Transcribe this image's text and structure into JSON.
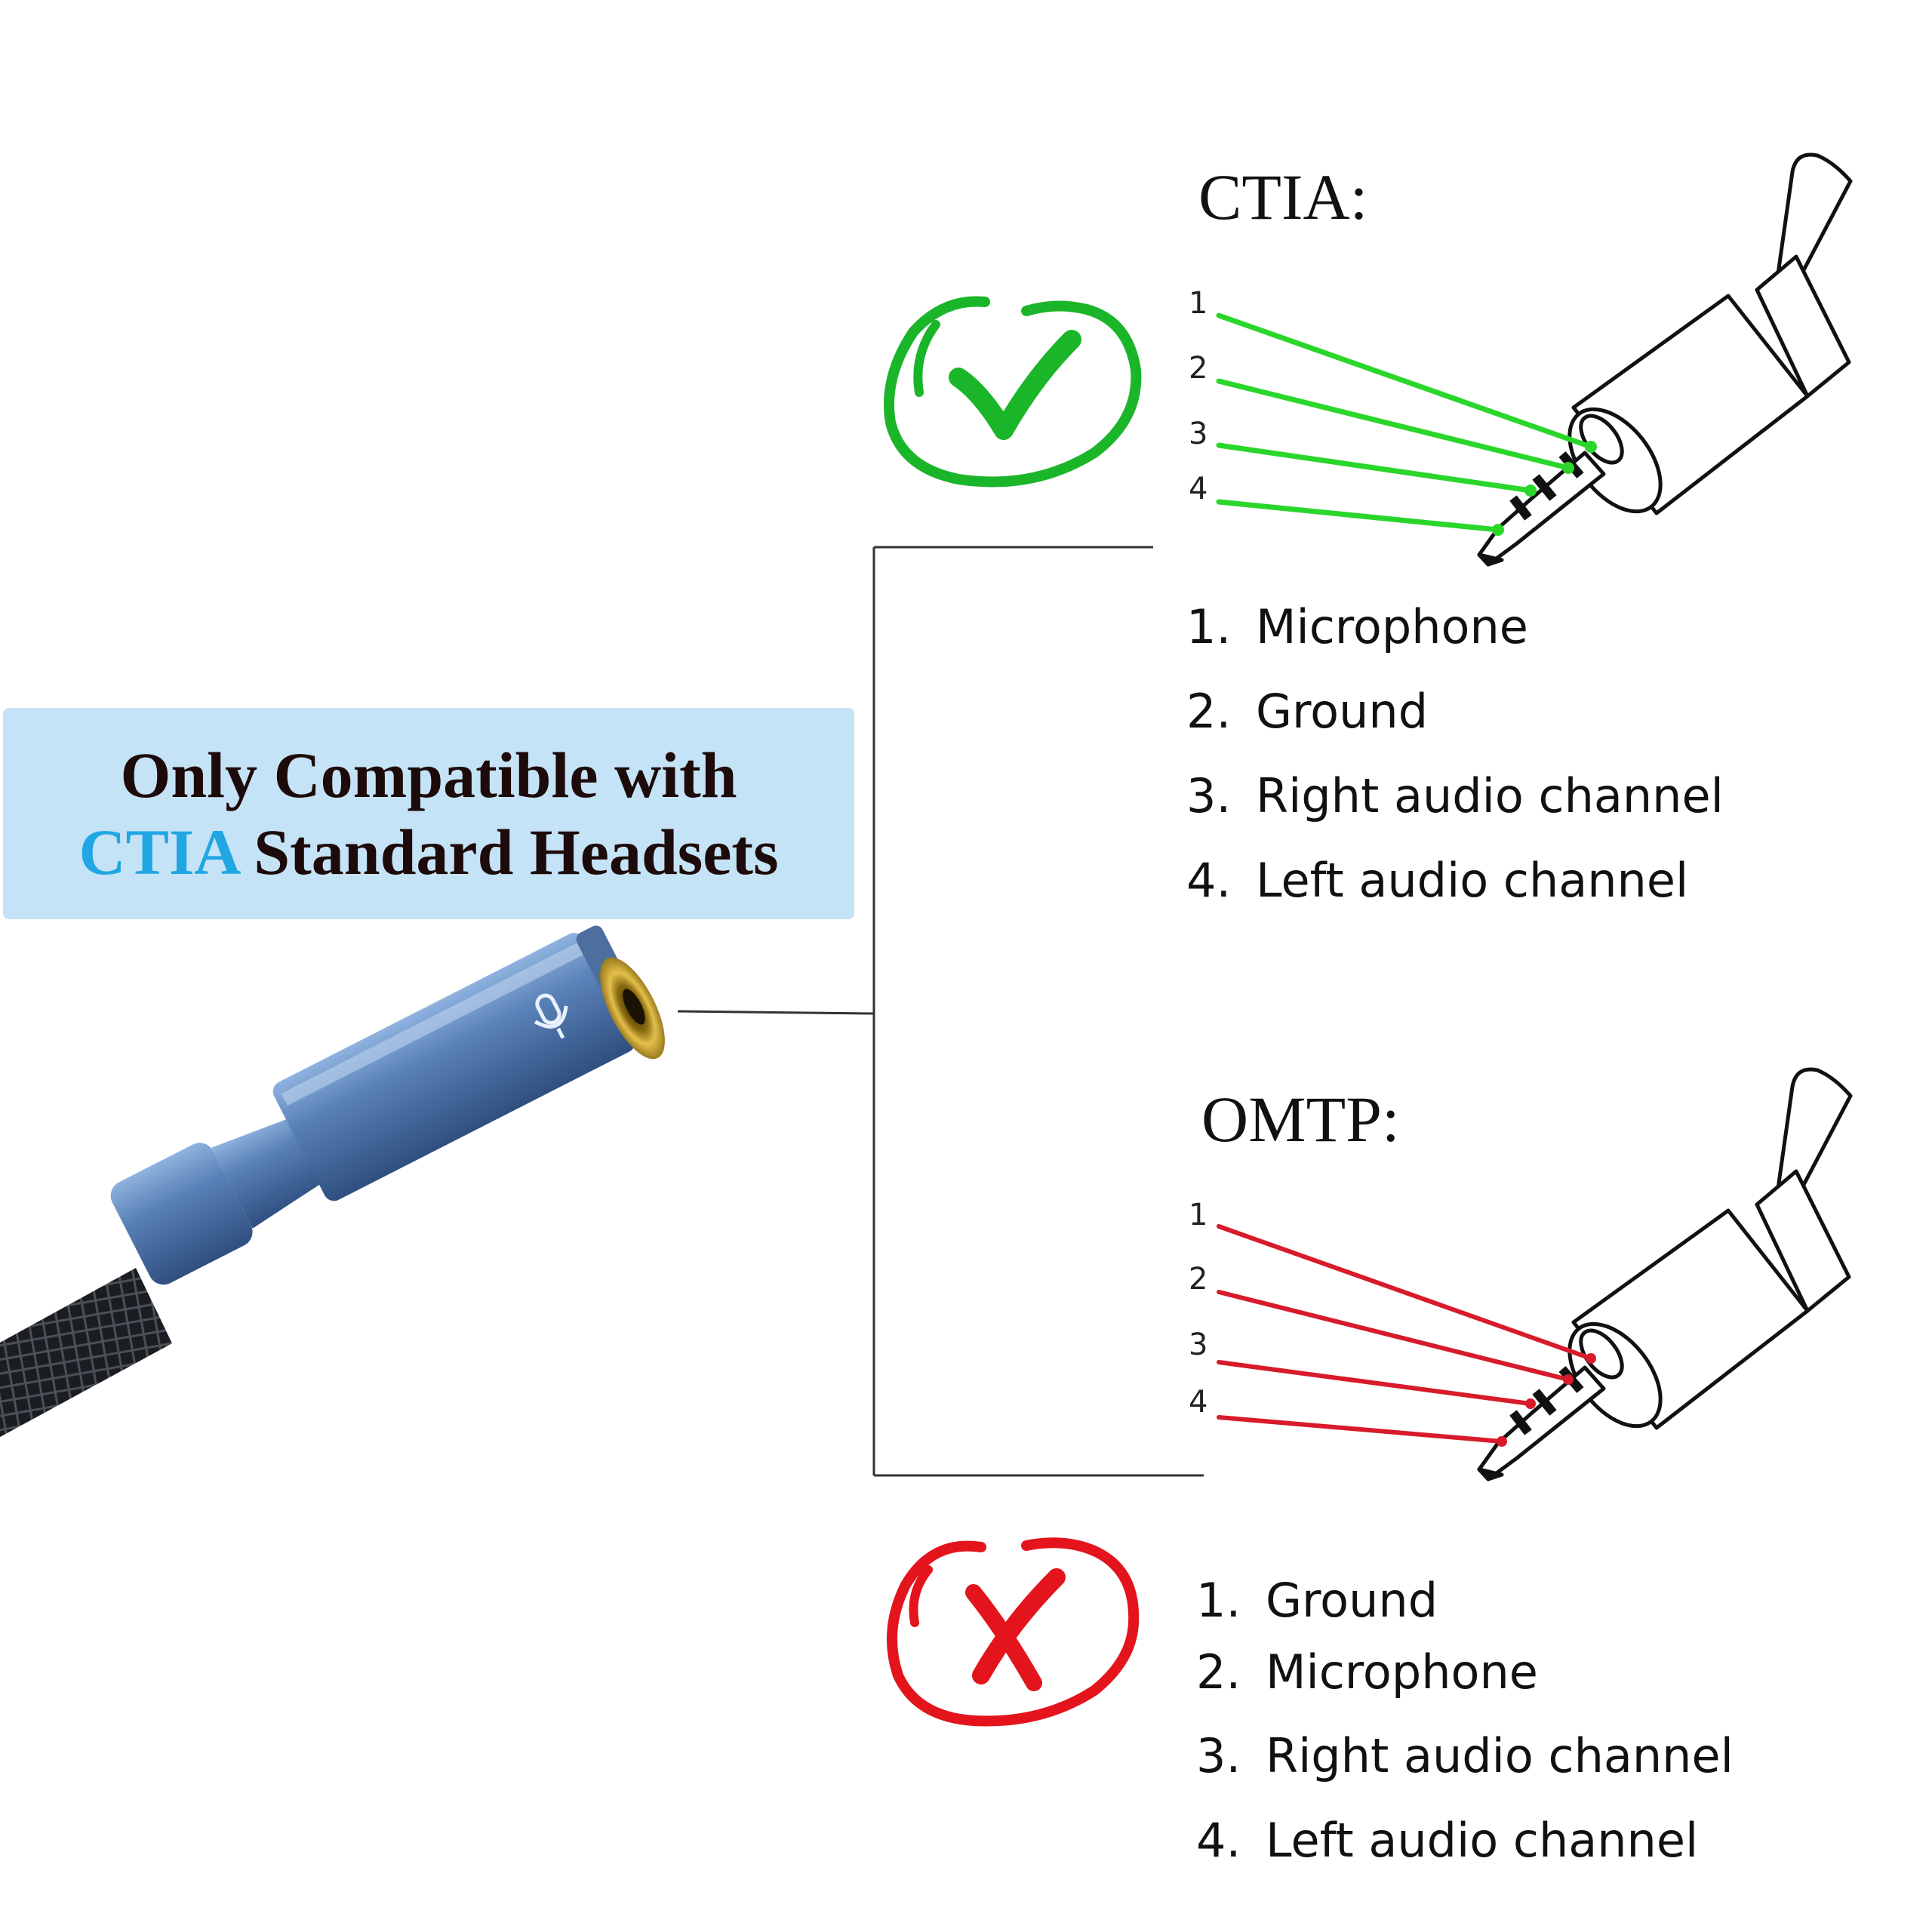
{
  "banner": {
    "line1": "Only Compatible with",
    "accent": "CTIA",
    "line2_rest": " Standard Headsets",
    "accent_color": "#20a6e3",
    "background": "#c5e3f6"
  },
  "ctia": {
    "title": "CTIA:",
    "line_color": "#2bd62b",
    "badge": "check-icon",
    "pins": [
      "1",
      "2",
      "3",
      "4"
    ],
    "list": [
      {
        "num": "1.",
        "label": "Microphone"
      },
      {
        "num": "2.",
        "label": "Ground"
      },
      {
        "num": "3.",
        "label": "Right audio channel"
      },
      {
        "num": "4.",
        "label": "Left audio channel"
      }
    ]
  },
  "omtp": {
    "title": "OMTP:",
    "line_color": "#d81b2a",
    "badge": "cross-icon",
    "pins": [
      "1",
      "2",
      "3",
      "4"
    ],
    "list": [
      {
        "num": "1.",
        "label": "Ground"
      },
      {
        "num": "2.",
        "label": "Microphone"
      },
      {
        "num": "3.",
        "label": "Right audio channel"
      },
      {
        "num": "4.",
        "label": "Left audio channel"
      }
    ]
  },
  "adapter": {
    "icon": "microphone-icon",
    "body_color": "#5a82b8"
  }
}
